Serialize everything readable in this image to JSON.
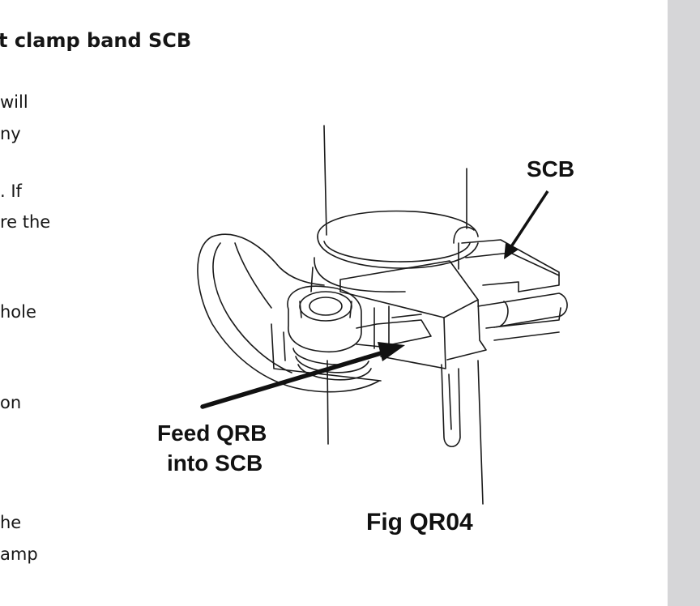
{
  "section": {
    "heading": "t clamp band SCB"
  },
  "text_fragments": [
    "will",
    "ny",
    ". If",
    "re the",
    "hole",
    "on",
    "he",
    "amp"
  ],
  "figure": {
    "label_scb": "SCB",
    "label_feed_line1": "Feed QRB",
    "label_feed_line2": "into SCB",
    "caption": "Fig QR04"
  }
}
